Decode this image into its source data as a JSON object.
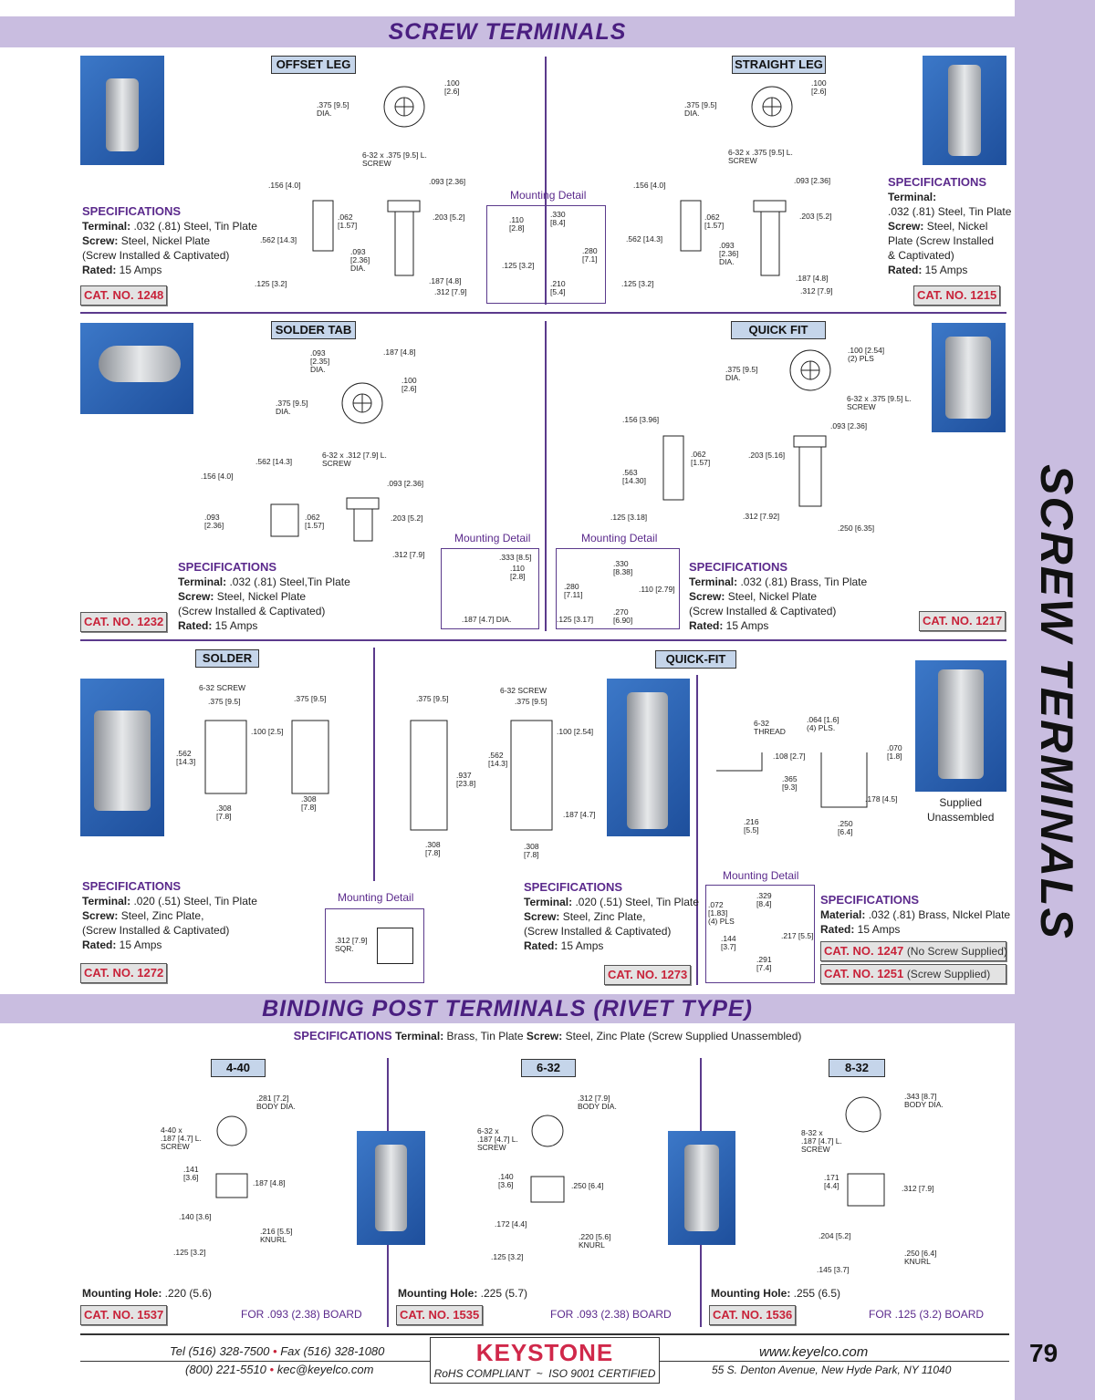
{
  "header": {
    "title": "SCREW TERMINALS",
    "side_title": "SCREW TERMINALS",
    "page_number": "79"
  },
  "products": {
    "p1248": {
      "label": "OFFSET LEG",
      "spec_title": "SPECIFICATIONS",
      "lines": [
        [
          "Terminal:",
          " .032 (.81) Steel, Tin Plate"
        ],
        [
          "Screw:",
          " Steel, Nickel Plate"
        ],
        [
          "",
          "(Screw Installed & Captivated)"
        ],
        [
          "Rated:",
          " 15 Amps"
        ]
      ],
      "cat": "CAT. NO. 1248"
    },
    "p1215": {
      "label": "STRAIGHT LEG",
      "spec_title": "SPECIFICATIONS",
      "lines": [
        [
          "Terminal:",
          ""
        ],
        [
          "",
          ".032 (.81) Steel, Tin Plate"
        ],
        [
          "Screw:",
          " Steel, Nickel"
        ],
        [
          "",
          "Plate (Screw Installed"
        ],
        [
          "",
          "& Captivated)"
        ],
        [
          "Rated:",
          " 15 Amps"
        ]
      ],
      "cat": "CAT. NO. 1215"
    },
    "p1232": {
      "label": "SOLDER TAB",
      "spec_title": "SPECIFICATIONS",
      "lines": [
        [
          "Terminal:",
          " .032 (.81) Steel,Tin Plate"
        ],
        [
          "Screw:",
          " Steel, Nickel Plate"
        ],
        [
          "",
          "(Screw Installed & Captivated)"
        ],
        [
          "Rated:",
          " 15 Amps"
        ]
      ],
      "cat": "CAT. NO. 1232"
    },
    "p1217": {
      "label": "QUICK FIT",
      "spec_title": "SPECIFICATIONS",
      "lines": [
        [
          "Terminal:",
          " .032 (.81) Brass, Tin Plate"
        ],
        [
          "Screw:",
          " Steel, Nickel Plate"
        ],
        [
          "",
          "(Screw Installed & Captivated)"
        ],
        [
          "Rated:",
          " 15 Amps"
        ]
      ],
      "cat": "CAT. NO. 1217"
    },
    "p1272": {
      "label": "SOLDER",
      "spec_title": "SPECIFICATIONS",
      "lines": [
        [
          "Terminal:",
          " .020 (.51) Steel, Tin Plate"
        ],
        [
          "Screw:",
          " Steel, Zinc Plate,"
        ],
        [
          "",
          "(Screw Installed & Captivated)"
        ],
        [
          "Rated:",
          " 15 Amps"
        ]
      ],
      "cat": "CAT. NO. 1272"
    },
    "p1273": {
      "label": "QUICK-FIT",
      "spec_title": "SPECIFICATIONS",
      "lines": [
        [
          "Terminal:",
          " .020 (.51) Steel, Tin Plate"
        ],
        [
          "Screw:",
          " Steel, Zinc Plate,"
        ],
        [
          "",
          "(Screw Installed & Captivated)"
        ],
        [
          "Rated:",
          " 15 Amps"
        ]
      ],
      "cat": "CAT. NO. 1273"
    },
    "p1247": {
      "spec_title": "SPECIFICATIONS",
      "lines": [
        [
          "Material:",
          " .032 (.81) Brass, Nlckel Plate"
        ],
        [
          "Rated:",
          " 15 Amps"
        ]
      ],
      "cat": "CAT. NO. 1247",
      "cat_note": "(No Screw Supplied)",
      "cat2": "CAT. NO. 1251",
      "cat2_note": "(Screw Supplied)",
      "supplied": "Supplied\nUnassembled"
    }
  },
  "mounting_detail_label": "Mounting Detail",
  "binding": {
    "title": "BINDING POST TERMINALS (RIVET TYPE)",
    "spec_title": "SPECIFICATIONS",
    "spec_terminal_label": "Terminal:",
    "spec_terminal": " Brass, Tin Plate ",
    "spec_screw_label": "Screw:",
    "spec_screw": " Steel, Zinc Plate (Screw Supplied Unassembled)",
    "items": [
      {
        "label": "4-40",
        "hole_label": "Mounting Hole:",
        "hole": " .220 (5.6)",
        "cat": "CAT. NO. 1537",
        "for": "FOR .093 (2.38) BOARD"
      },
      {
        "label": "6-32",
        "hole_label": "Mounting Hole:",
        "hole": " .225 (5.7)",
        "cat": "CAT. NO. 1535",
        "for": "FOR .093 (2.38) BOARD"
      },
      {
        "label": "8-32",
        "hole_label": "Mounting Hole:",
        "hole": " .255 (6.5)",
        "cat": "CAT. NO. 1536",
        "for": "FOR .125 (3.2) BOARD"
      }
    ]
  },
  "dims": {
    "p1248": [
      ".100\n[2.6]",
      ".375 [9.5]\nDIA.",
      "6-32 x .375 [9.5] L.\nSCREW",
      ".156 [4.0]",
      ".093 [2.36]",
      ".062\n[1.57]",
      ".203 [5.2]",
      ".562 [14.3]",
      ".093\n[2.36]\nDIA.",
      ".125 [3.2]",
      ".187 [4.8]",
      ".312 [7.9]"
    ],
    "m1": [
      ".110\n[2.8]",
      ".330\n[8.4]",
      ".280\n[7.1]",
      ".125 [3.2]",
      ".210\n[5.4]"
    ],
    "p1215": [
      ".100\n[2.6]",
      ".375 [9.5]\nDIA.",
      "6-32 x .375 [9.5] L.\nSCREW",
      ".156 [4.0]",
      ".093 [2.36]",
      ".062\n[1.57]",
      ".203 [5.2]",
      ".562 [14.3]",
      ".093\n[2.36]\nDIA.",
      ".125 [3.2]",
      ".187 [4.8]",
      ".312 [7.9]"
    ],
    "p1232": [
      ".187 [4.8]",
      ".093\n[2.35]\nDIA.",
      ".100\n[2.6]",
      ".375 [9.5]\nDIA.",
      "6-32 x .312 [7.9] L.\nSCREW",
      ".562 [14.3]",
      ".156 [4.0]",
      ".093 [2.36]",
      ".093\n[2.36]",
      ".062\n[1.57]",
      ".203 [5.2]",
      ".312 [7.9]"
    ],
    "m2": [
      ".333 [8.5]",
      ".110\n[2.8]",
      ".187 [4.7] DIA."
    ],
    "m3": [
      ".330\n[8.38]",
      ".280\n[7.11]",
      ".110 [2.79]",
      ".270\n[6.90]",
      ".125 [3.17]"
    ],
    "p1217": [
      ".100 [2.54]\n(2) PLS",
      ".375 [9.5]\nDIA.",
      "6-32 x .375 [9.5] L.\nSCREW",
      ".156 [3.96]",
      ".093 [2.36]",
      ".062\n[1.57]",
      ".203 [5.16]",
      ".563\n[14.30]",
      ".125 [3.18]",
      ".312 [7.92]",
      ".250 [6.35]"
    ],
    "p1272": [
      "6-32 SCREW",
      ".375 [9.5]",
      ".375 [9.5]",
      ".100 [2.5]",
      ".562\n[14.3]",
      ".308\n[7.8]",
      ".308\n[7.8]"
    ],
    "m4": [
      ".312 [7.9]\nSQR."
    ],
    "p1273": [
      "6-32 SCREW",
      ".375 [9.5]",
      ".375 [9.5]",
      ".100 [2.54]",
      ".562\n[14.3]",
      ".937\n[23.8]",
      ".187 [4.7]",
      ".308\n[7.8]",
      ".308\n[7.8]"
    ],
    "p1247": [
      "6-32\nTHREAD",
      ".064 [1.6]\n(4) PLS.",
      ".070\n[1.8]",
      ".108 [2.7]",
      ".365\n[9.3]",
      ".178 [4.5]",
      ".216\n[5.5]",
      ".250\n[6.4]"
    ],
    "m5": [
      ".329\n[8.4]",
      ".072\n[1.83]\n(4) PLS",
      ".217 [5.5]",
      ".144\n[3.7]",
      ".291\n[7.4]"
    ],
    "b1537": [
      ".281 [7.2]\nBODY DIA.",
      "4-40 x\n.187 [4.7] L.\nSCREW",
      ".141\n[3.6]",
      ".187 [4.8]",
      ".140 [3.6]",
      ".216 [5.5]\nKNURL",
      ".125 [3.2]"
    ],
    "b1535": [
      ".312 [7.9]\nBODY DIA.",
      "6-32 x\n.187 [4.7] L.\nSCREW",
      ".140\n[3.6]",
      ".250 [6.4]",
      ".172 [4.4]",
      ".220 [5.6]\nKNURL",
      ".125 [3.2]"
    ],
    "b1536": [
      ".343 [8.7]\nBODY DIA.",
      "8-32 x\n.187 [4.7] L.\nSCREW",
      ".171\n[4.4]",
      ".312 [7.9]",
      ".204 [5.2]",
      ".250 [6.4]\nKNURL",
      ".145 [3.7]"
    ]
  },
  "footer": {
    "tel": "Tel (516) 328-7500",
    "fax": "Fax (516) 328-1080",
    "phone2": "(800) 221-5510",
    "email": "kec@keyelco.com",
    "logo": "KEYSTONE",
    "rohs": "RoHS COMPLIANT  ~  ISO 9001 CERTIFIED",
    "web": "www.keyelco.com",
    "address": "55 S. Denton Avenue, New Hyde Park, NY 11040"
  },
  "colors": {
    "band": "#c9bde0",
    "title": "#4a1f80",
    "cat": "#c8233a",
    "photo": "#2a64b4"
  }
}
